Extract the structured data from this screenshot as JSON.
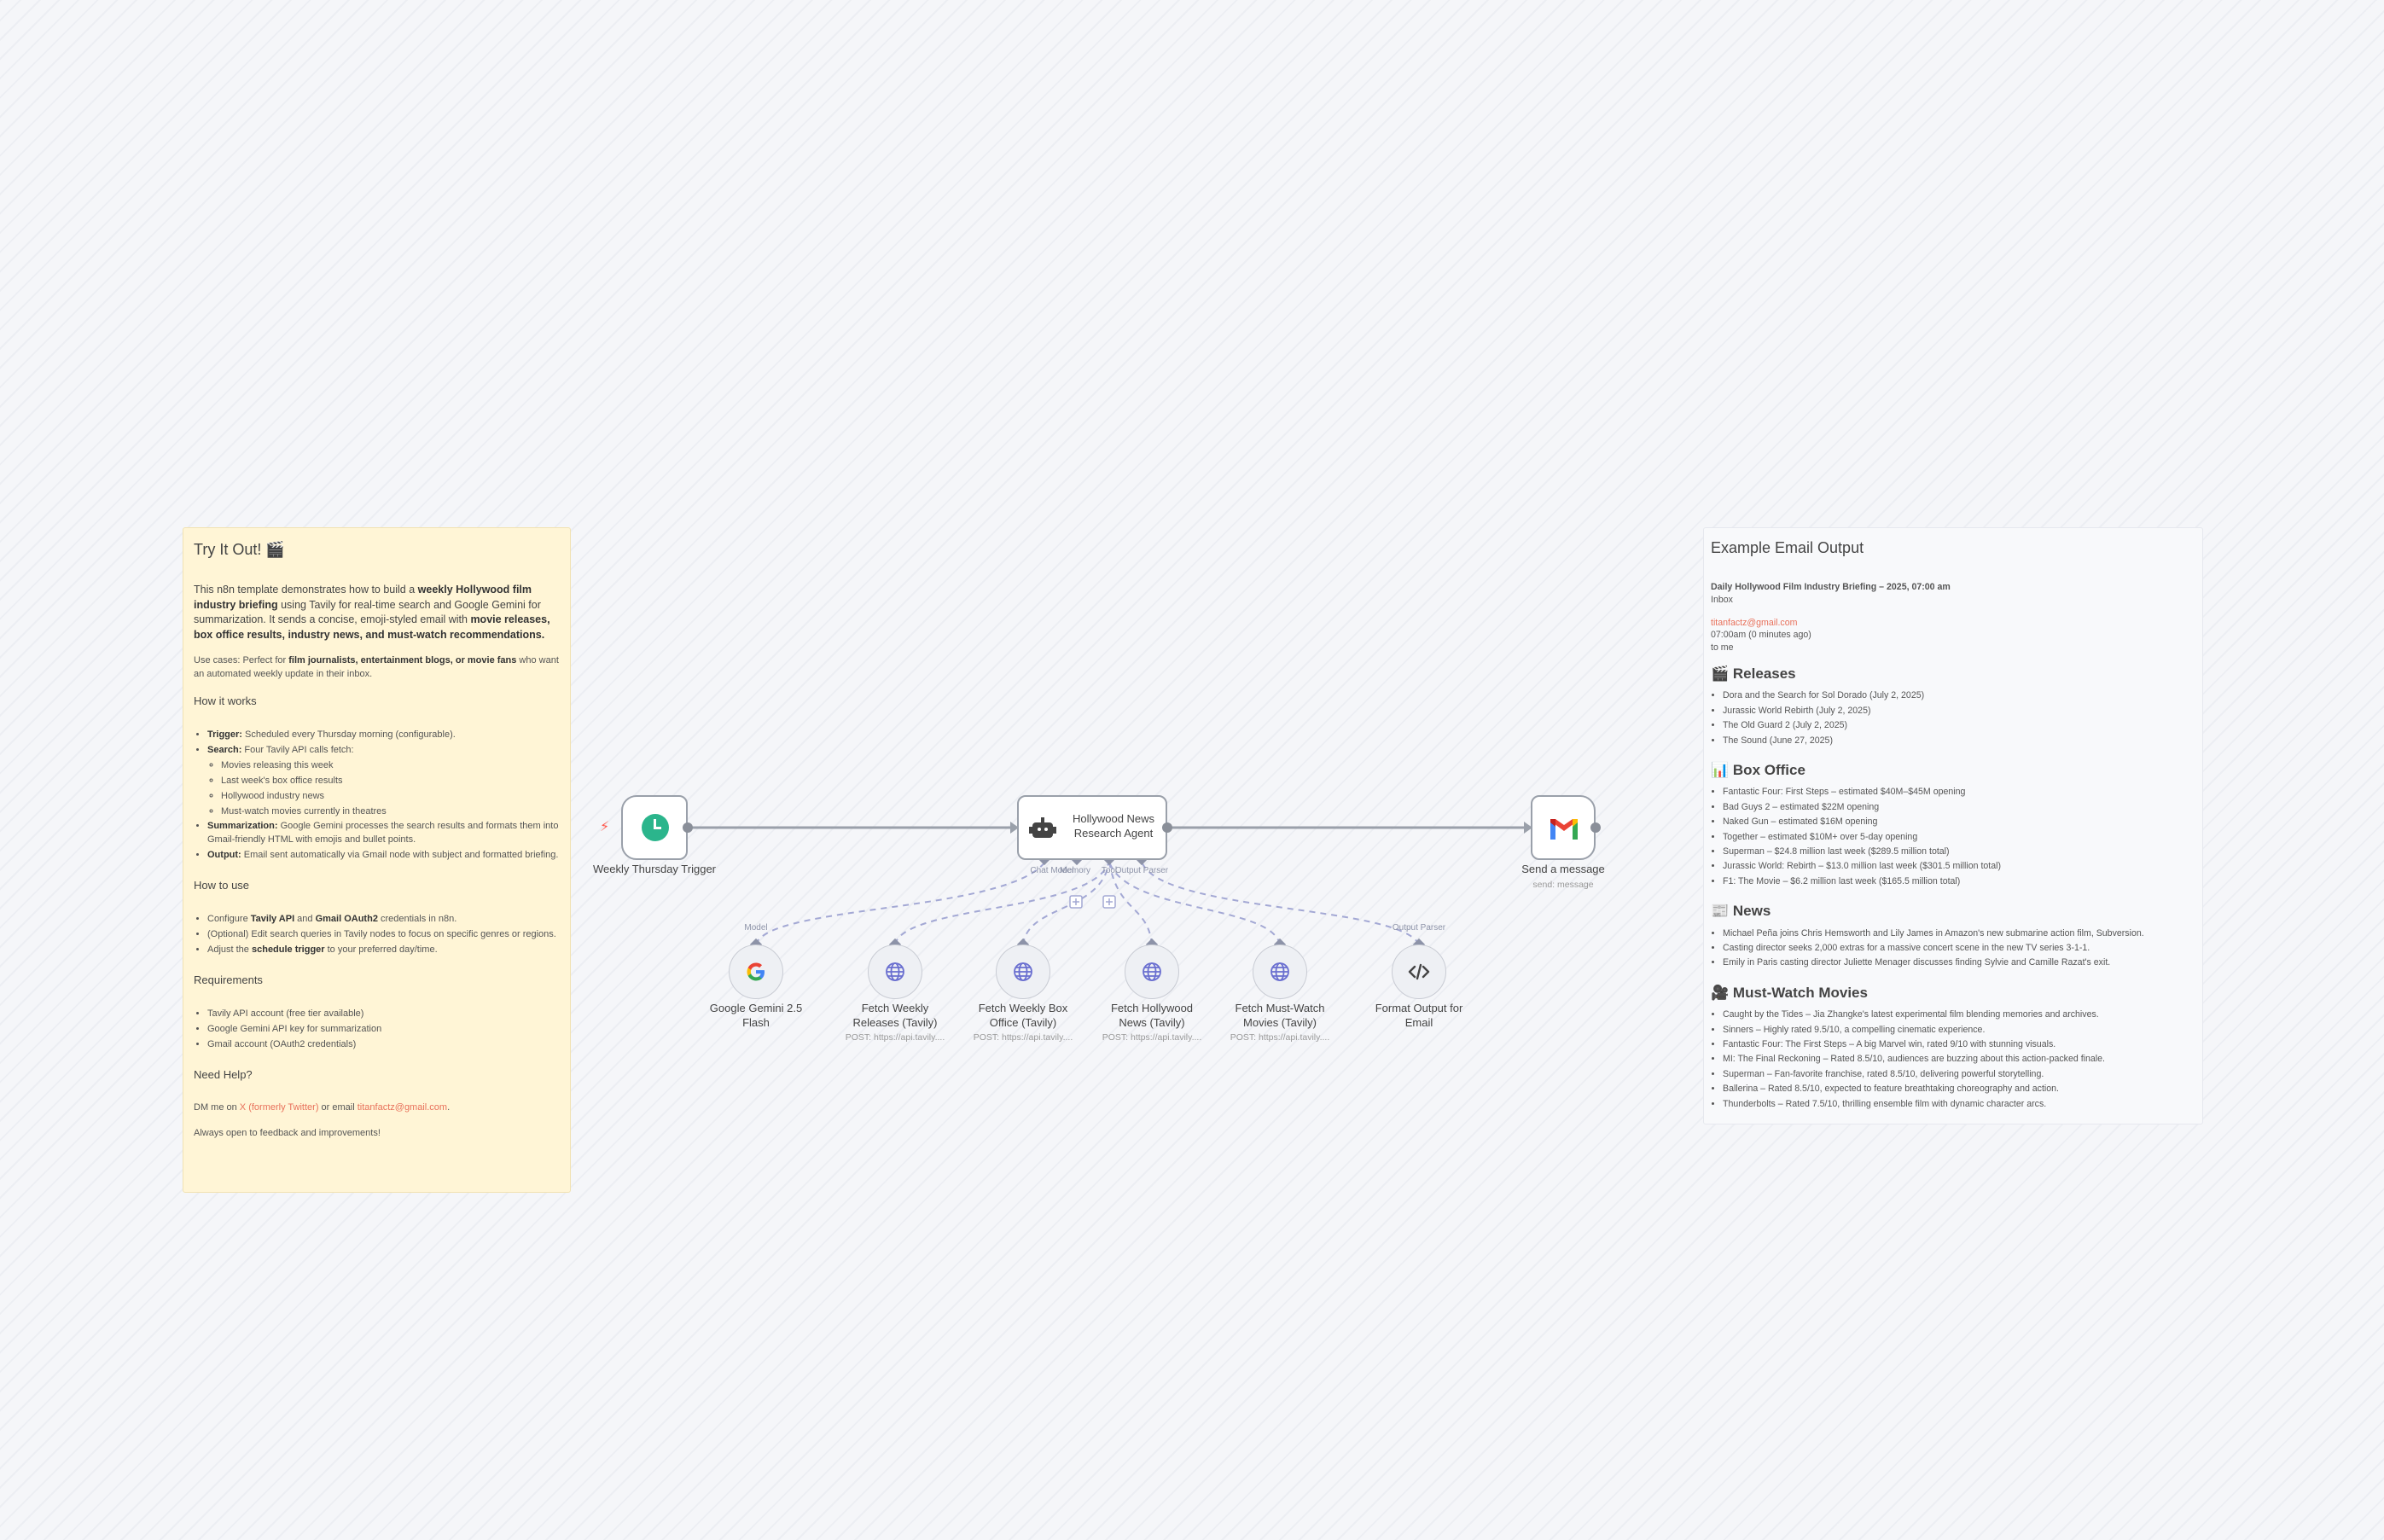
{
  "sticky": {
    "title": "Try It Out! 🎬",
    "intro_1": "This n8n template demonstrates how to build a ",
    "intro_b1": "weekly Hollywood film industry briefing",
    "intro_2": " using Tavily for real-time search and Google Gemini for summarization. It sends a concise, emoji-styled email with ",
    "intro_b2": "movie releases, box office results, industry news, and must-watch recommendations.",
    "usecase_1": "Use cases: Perfect for ",
    "usecase_b": "film journalists, entertainment blogs, or movie fans",
    "usecase_2": " who want an automated weekly update in their inbox.",
    "how_works_heading": "How it works",
    "trigger_b": "Trigger:",
    "trigger_t": " Scheduled every Thursday morning (configurable).",
    "search_b": "Search:",
    "search_t": " Four Tavily API calls fetch:",
    "search_items": [
      "Movies releasing this week",
      "Last week's box office results",
      "Hollywood industry news",
      "Must-watch movies currently in theatres"
    ],
    "summ_b": "Summarization:",
    "summ_t": " Google Gemini processes the search results and formats them into Gmail-friendly HTML with emojis and bullet points.",
    "out_b": "Output:",
    "out_t": " Email sent automatically via Gmail node with subject and formatted briefing.",
    "how_use_heading": "How to use",
    "use_1a": "Configure ",
    "use_1b": "Tavily API",
    "use_1c": " and ",
    "use_1d": "Gmail OAuth2",
    "use_1e": " credentials in n8n.",
    "use_2": "(Optional) Edit search queries in Tavily nodes to focus on specific genres or regions.",
    "use_3a": "Adjust the ",
    "use_3b": "schedule trigger",
    "use_3c": " to your preferred day/time.",
    "req_heading": "Requirements",
    "req_items": [
      "Tavily API account (free tier available)",
      "Google Gemini API key for summarization",
      "Gmail account (OAuth2 credentials)"
    ],
    "help_heading": "Need Help?",
    "help_1": "DM me on ",
    "help_link1": "X (formerly Twitter)",
    "help_2": " or email ",
    "help_link2": "titanfactz@gmail.com",
    "help_3": ".",
    "feedback": "Always open to feedback and improvements!"
  },
  "output_note": {
    "title": "Example Email Output",
    "subject": "Daily Hollywood Film Industry Briefing – 2025, 07:00 am",
    "folder": "Inbox",
    "sender": "titanfactz@gmail.com",
    "time": "07:00am (0 minutes ago)",
    "to": "to me",
    "sections": [
      {
        "icon": "🎬",
        "heading": "Releases",
        "items": [
          "Dora and the Search for Sol Dorado (July 2, 2025)",
          "Jurassic World Rebirth (July 2, 2025)",
          "The Old Guard 2 (July 2, 2025)",
          "The Sound (June 27, 2025)"
        ]
      },
      {
        "icon": "📊",
        "heading": "Box Office",
        "items": [
          "Fantastic Four: First Steps – estimated $40M–$45M opening",
          "Bad Guys 2 – estimated $22M opening",
          "Naked Gun – estimated $16M opening",
          "Together – estimated $10M+ over 5-day opening",
          "Superman – $24.8 million last week ($289.5 million total)",
          "Jurassic World: Rebirth – $13.0 million last week ($301.5 million total)",
          "F1: The Movie – $6.2 million last week ($165.5 million total)"
        ]
      },
      {
        "icon": "📰",
        "heading": "News",
        "items": [
          "Michael Peña joins Chris Hemsworth and Lily James in Amazon's new submarine action film, Subversion.",
          "Casting director seeks 2,000 extras for a massive concert scene in the new TV series 3-1-1.",
          "Emily in Paris casting director Juliette Menager discusses finding Sylvie and Camille Razat's exit."
        ]
      },
      {
        "icon": "🎥",
        "heading": "Must-Watch Movies",
        "items": [
          "Caught by the Tides – Jia Zhangke's latest experimental film blending memories and archives.",
          "Sinners – Highly rated 9.5/10, a compelling cinematic experience.",
          "Fantastic Four: The First Steps – A big Marvel win, rated 9/10 with stunning visuals.",
          "MI: The Final Reckoning – Rated 8.5/10, audiences are buzzing about this action-packed finale.",
          "Superman – Fan-favorite franchise, rated 8.5/10, delivering powerful storytelling.",
          "Ballerina – Rated 8.5/10, expected to feature breathtaking choreography and action.",
          "Thunderbolts – Rated 7.5/10, thrilling ensemble film with dynamic character arcs."
        ]
      }
    ]
  },
  "nodes": {
    "trigger": {
      "label": "Weekly Thursday Trigger",
      "icon": "clock-icon",
      "color": "#2bb58c"
    },
    "agent": {
      "label_line1": "Hollywood News",
      "label_line2": "Research Agent",
      "icon": "robot-icon"
    },
    "gmail": {
      "label": "Send a message",
      "sub": "send: message",
      "icon": "gmail-icon"
    },
    "gemini": {
      "label_line1": "Google Gemini 2.5",
      "label_line2": "Flash",
      "icon": "google-g-icon"
    },
    "tavily_releases": {
      "label_line1": "Fetch Weekly",
      "label_line2": "Releases (Tavily)",
      "sub": "POST: https://api.tavily...."
    },
    "tavily_boxoffice": {
      "label_line1": "Fetch Weekly Box",
      "label_line2": "Office (Tavily)",
      "sub": "POST: https://api.tavily...."
    },
    "tavily_news": {
      "label_line1": "Fetch Hollywood",
      "label_line2": "News (Tavily)",
      "sub": "POST: https://api.tavily...."
    },
    "tavily_mustwatch": {
      "label_line1": "Fetch Must-Watch",
      "label_line2": "Movies (Tavily)",
      "sub": "POST: https://api.tavily...."
    },
    "formatter": {
      "label_line1": "Format Output for",
      "label_line2": "Email",
      "icon": "code-icon"
    }
  },
  "ports": {
    "chat_model": "Chat Model",
    "memory": "Memory",
    "tool": "Tool",
    "output_parser": "Output Parser",
    "model": "Model",
    "output_parser_2": "Output Parser"
  },
  "colors": {
    "link": "#e8705a",
    "sticky_bg": "#fff5d6",
    "connector": "#8a8f99",
    "dashed": "#a3a8d4"
  }
}
